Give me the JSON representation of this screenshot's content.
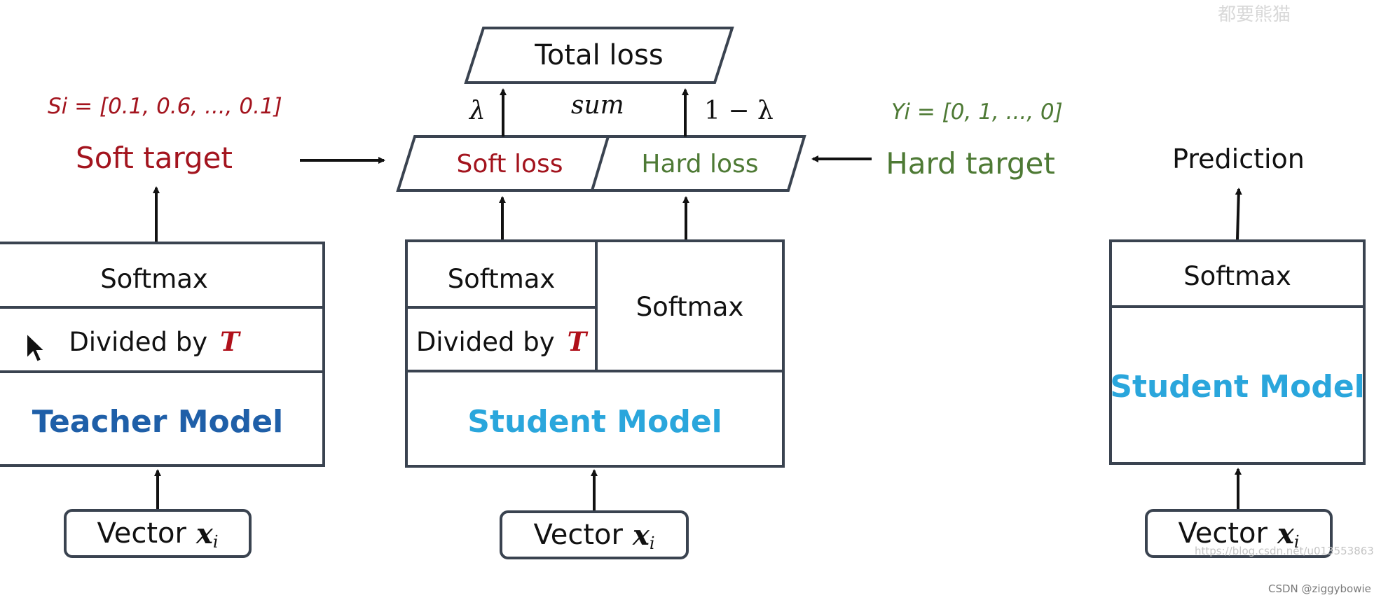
{
  "colors": {
    "stroke": "#3a4350",
    "teacher": "#1f5fa8",
    "student": "#2aa6dc",
    "soft": "#a3141e",
    "hard": "#4e7a35"
  },
  "teacher": {
    "softmax": "Softmax",
    "divided": "Divided by",
    "T": "T",
    "model": "Teacher Model",
    "vector": "Vector",
    "vector_sym": "x",
    "vector_sub": "i",
    "soft_target": "Soft target",
    "soft_vector": "Si = [0.1, 0.6, ..., 0.1]"
  },
  "student_train": {
    "softmax_t": "Softmax",
    "divided": "Divided by",
    "T": "T",
    "softmax": "Softmax",
    "model": "Student Model",
    "vector": "Vector",
    "vector_sym": "x",
    "vector_sub": "i"
  },
  "loss": {
    "total": "Total loss",
    "soft": "Soft loss",
    "hard": "Hard loss",
    "sum": "sum",
    "lambda": "λ",
    "one_minus_lambda": "1 − λ",
    "hard_target": "Hard target",
    "hard_vector": "Yi = [0, 1, ..., 0]"
  },
  "student_infer": {
    "prediction": "Prediction",
    "softmax": "Softmax",
    "model": "Student Model",
    "vector": "Vector",
    "vector_sym": "x",
    "vector_sub": "i"
  },
  "watermark": {
    "top_right": "都要熊猫",
    "url": "https://blog.csdn.net/u013553863",
    "credit": "CSDN @ziggybowie"
  }
}
